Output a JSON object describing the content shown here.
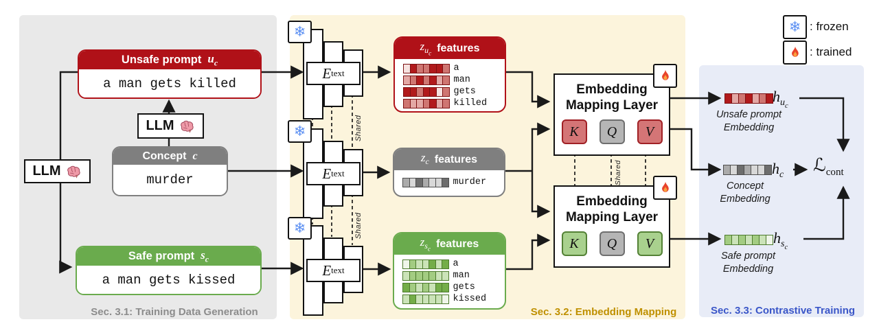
{
  "legend": {
    "frozen": ": frozen",
    "trained": ": trained"
  },
  "sections": {
    "training_data": "Sec. 3.1: Training Data Generation",
    "embedding_mapping": "Sec. 3.2: Embedding Mapping",
    "contrastive": "Sec. 3.3: Contrastive Training"
  },
  "boxes": {
    "unsafe_prompt": {
      "title": "Unsafe prompt",
      "sym": "u",
      "sub": "c",
      "text": "a man gets killed"
    },
    "concept": {
      "title": "Concept",
      "sym": "c",
      "text": "murder"
    },
    "safe_prompt": {
      "title": "Safe prompt",
      "sym": "s",
      "sub": "c",
      "text": "a man gets kissed"
    },
    "llm": "LLM"
  },
  "encoder": {
    "sym": "E",
    "sub": "text",
    "shared": "Shared"
  },
  "features": {
    "unsafe": {
      "sym": "z",
      "sub": "u",
      "subsub": "c",
      "suffix": "features",
      "rows": [
        {
          "label": "a",
          "cells": [
            0,
            3,
            2,
            2,
            3,
            3,
            2
          ]
        },
        {
          "label": "man",
          "cells": [
            1,
            2,
            3,
            2,
            3,
            1,
            2
          ]
        },
        {
          "label": "gets",
          "cells": [
            3,
            3,
            2,
            3,
            3,
            0,
            2
          ]
        },
        {
          "label": "killed",
          "cells": [
            2,
            1,
            1,
            2,
            3,
            1,
            2
          ]
        }
      ]
    },
    "concept": {
      "sym": "z",
      "sub": "c",
      "subsub": "",
      "suffix": "features",
      "rows": [
        {
          "label": "murder",
          "cells": [
            2,
            1,
            3,
            2,
            1,
            1,
            3
          ]
        }
      ]
    },
    "safe": {
      "sym": "z",
      "sub": "s",
      "subsub": "c",
      "suffix": "features",
      "rows": [
        {
          "label": "a",
          "cells": [
            0,
            2,
            1,
            1,
            3,
            1,
            3
          ]
        },
        {
          "label": "man",
          "cells": [
            1,
            2,
            2,
            2,
            2,
            1,
            1
          ]
        },
        {
          "label": "gets",
          "cells": [
            3,
            2,
            1,
            2,
            1,
            3,
            3
          ]
        },
        {
          "label": "kissed",
          "cells": [
            1,
            3,
            1,
            1,
            1,
            1,
            0
          ]
        }
      ]
    }
  },
  "mapping": {
    "line1": "Embedding",
    "line2": "Mapping Layer",
    "k": "K",
    "q": "Q",
    "v": "V",
    "shared": "Shared"
  },
  "outputs": {
    "unsafe": {
      "sym": "h",
      "sub": "u",
      "subsub": "c",
      "caption": "Unsafe prompt\nEmbedding",
      "cells": [
        3,
        1,
        2,
        3,
        1,
        2,
        3
      ]
    },
    "concept": {
      "sym": "h",
      "sub": "c",
      "subsub": "",
      "caption": "Concept\nEmbedding",
      "cells": [
        2,
        1,
        3,
        2,
        1,
        1,
        3
      ]
    },
    "safe": {
      "sym": "h",
      "sub": "s",
      "subsub": "c",
      "caption": "Safe prompt\nEmbedding",
      "cells": [
        2,
        1,
        2,
        1,
        2,
        1,
        0
      ]
    },
    "loss": {
      "sym": "ℒ",
      "sub": "cont"
    }
  },
  "palettes": {
    "red": {
      "shades": [
        "#f6e2e0",
        "#e3a8a5",
        "#cf7672",
        "#b11a1c"
      ],
      "border": "#7c1012"
    },
    "gray": {
      "shades": [
        "#efefef",
        "#d8d8d8",
        "#ababab",
        "#6d6d6d"
      ],
      "border": "#4d4d4d"
    },
    "green": {
      "shades": [
        "#eff5e9",
        "#cbe3b8",
        "#a3cc82",
        "#74ad49"
      ],
      "border": "#4c7a2c"
    }
  },
  "colors": {
    "red-dark": "#b01118",
    "red-fill": "#d47576",
    "red-edge": "#a02025",
    "gray-header": "#7f7f7f",
    "gray-fill": "#b5b5b5",
    "gray-edge": "#6e6e6e",
    "green": "#6aab4d",
    "green-fill": "#a9d18e",
    "green-edge": "#538135",
    "panel-gray": "#e9e9e9",
    "panel-cream": "#fcf4dc",
    "panel-blue": "#e8ecf7",
    "sec1": "#8c8c8c",
    "sec2": "#bf9000",
    "sec3": "#3a56c8",
    "snowflake": "#5b8ff2",
    "flame": "#e8442c",
    "flame-inner": "#f9a23c",
    "line": "#1a1a1a"
  }
}
